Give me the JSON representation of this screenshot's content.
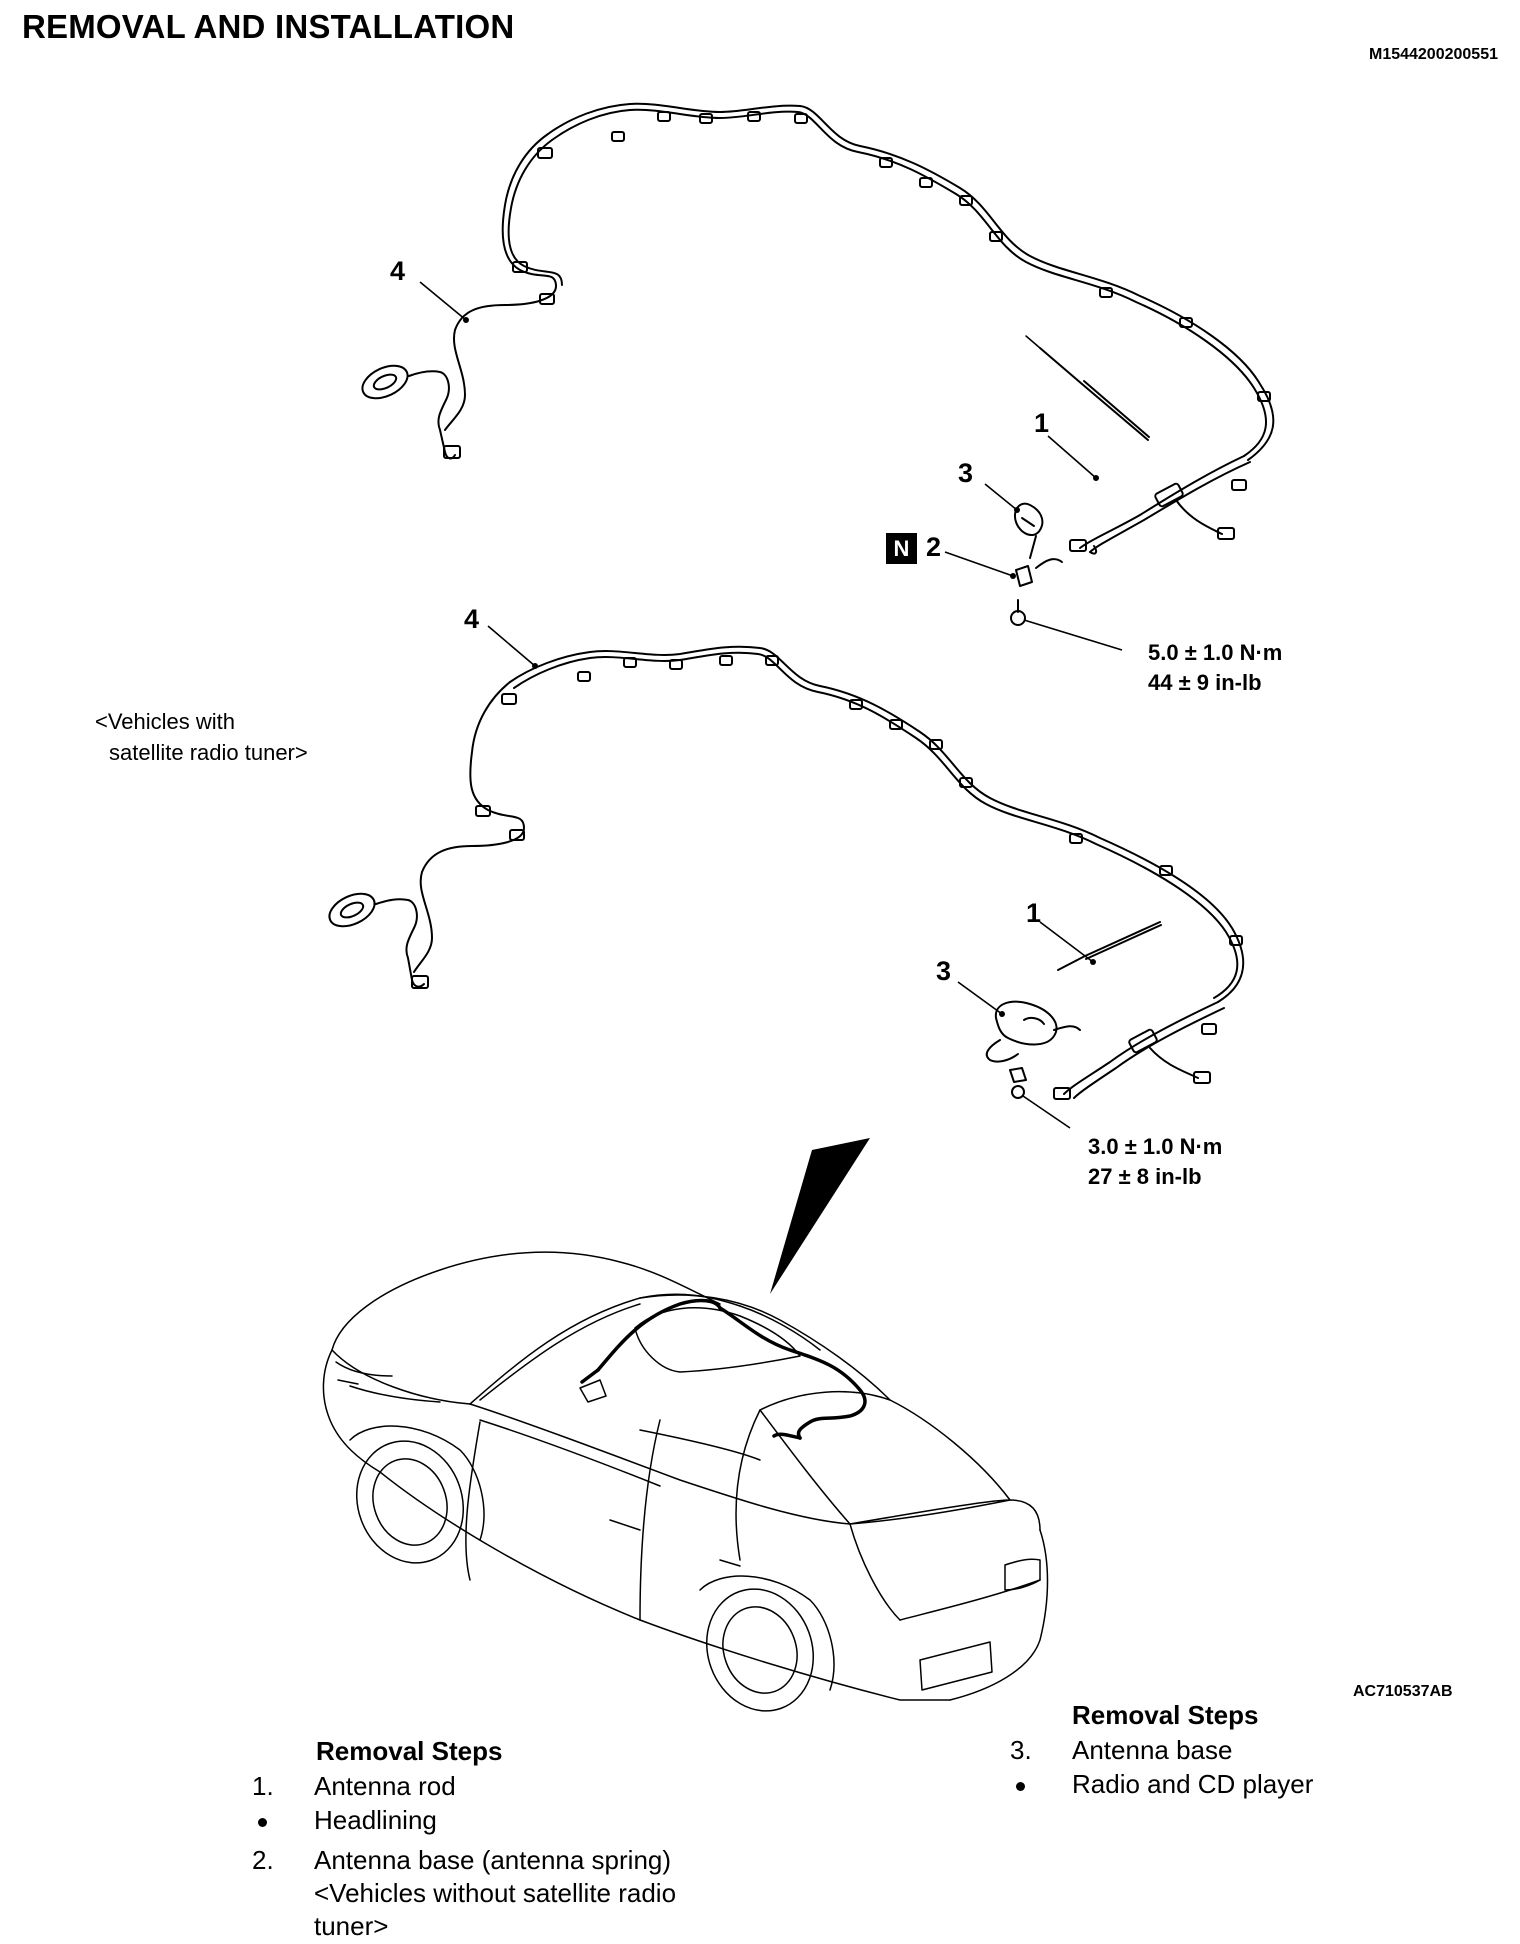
{
  "header": {
    "title": "REMOVAL AND INSTALLATION",
    "doc_id": "M1544200200551"
  },
  "diagram": {
    "upper": {
      "callout_1": "1",
      "callout_2": "2",
      "callout_3": "3",
      "callout_4": "4",
      "n_mark": "N",
      "torque_line1": "5.0 ± 1.0 N·m",
      "torque_line2": "44 ± 9 in-lb"
    },
    "lower": {
      "variant_label_line1": "<Vehicles with",
      "variant_label_line2": "satellite radio tuner>",
      "callout_1": "1",
      "callout_3": "3",
      "callout_4": "4",
      "torque_line1": "3.0 ± 1.0 N·m",
      "torque_line2": "27 ± 8 in-lb"
    },
    "figure_id": "AC710537AB"
  },
  "steps_left": {
    "heading": "Removal Steps",
    "items": [
      {
        "marker": "1.",
        "text": "Antenna rod"
      },
      {
        "marker": "bullet",
        "text": "Headlining"
      },
      {
        "marker": "2.",
        "text": "Antenna base (antenna spring)\n<Vehicles without satellite radio\ntuner>"
      }
    ]
  },
  "steps_right": {
    "heading": "Removal Steps",
    "items": [
      {
        "marker": "3.",
        "text": "Antenna base"
      },
      {
        "marker": "bullet",
        "text": "Radio and CD player"
      }
    ]
  }
}
